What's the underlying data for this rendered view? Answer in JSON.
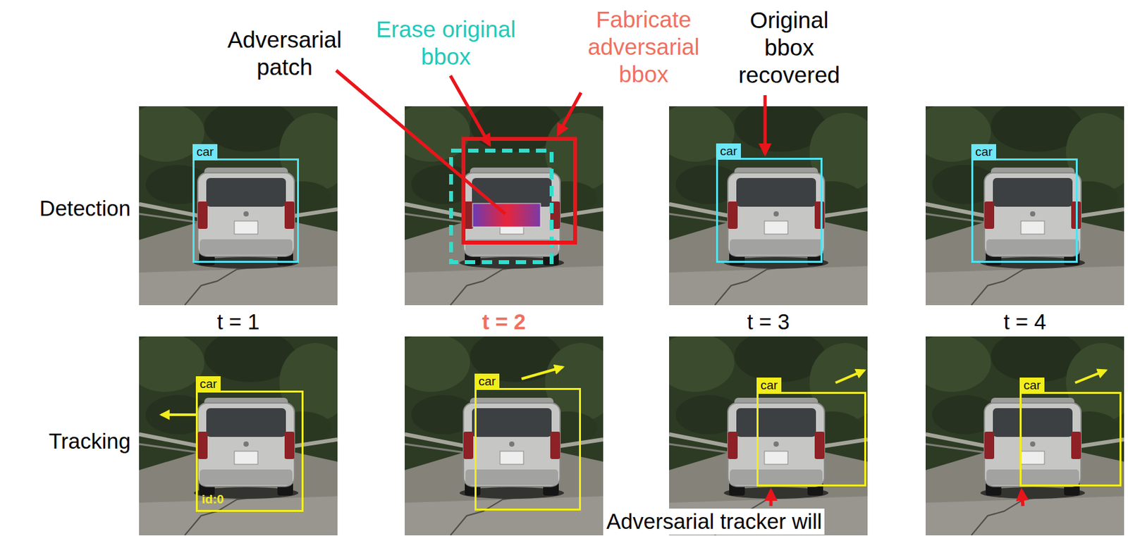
{
  "diagram": {
    "nodes": [
      {
        "text": [
          "car"
        ]
      },
      {
        "text": [
          "car"
        ]
      },
      {
        "text": [
          "car"
        ]
      },
      {
        "text": [
          "car",
          "id:0"
        ]
      },
      {
        "text": [
          "car"
        ]
      },
      {
        "text": [
          "car"
        ]
      },
      {
        "text": [
          "car"
        ]
      }
    ],
    "labels": [
      "Adversarial patch",
      "Erase original bbox",
      "Fabricate adversarial bbox",
      "Original bbox recovered",
      "Detection",
      "t = 1",
      "t = 2",
      "t = 3",
      "t = 4",
      "Tracking",
      "Adversarial tracker will"
    ]
  }
}
